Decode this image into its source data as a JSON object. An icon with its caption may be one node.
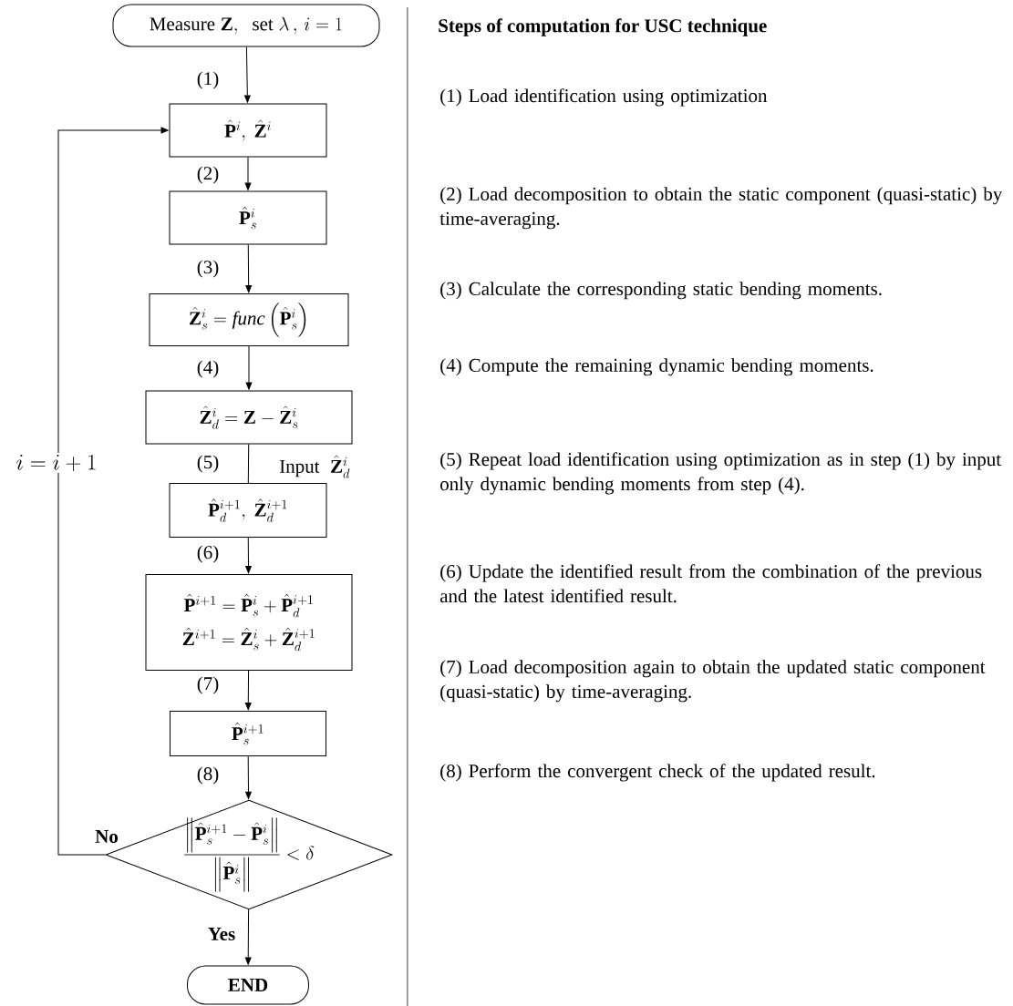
{
  "diagram": {
    "title": "Steps of computation for USC technique",
    "nodes": [
      {
        "text": [
          "\\mathrm{Measure}\\;\\mathbf{Z},\\;\\;\\mathrm{set}\\;\\lambda\\,,\\, i=1"
        ]
      },
      {
        "text": [
          "\\hat{\\mathbf{P}}^{i},\\ \\hat{\\mathbf{Z}}^{i}"
        ]
      },
      {
        "text": [
          "\\hat{\\mathbf{P}}_{s}^{i}"
        ]
      },
      {
        "text": [
          "\\hat{\\mathbf{Z}}_{s}^{i} = \\mathit{func}\\left(\\hat{\\mathbf{P}}_{s}^{i}\\right)"
        ]
      },
      {
        "text": [
          "\\hat{\\mathbf{Z}}_{d}^{i} = \\mathbf{Z} - \\hat{\\mathbf{Z}}_{s}^{i}"
        ]
      },
      {
        "text": [
          "\\hat{\\mathbf{P}}_{d}^{i+1},\\ \\hat{\\mathbf{Z}}_{d}^{i+1}"
        ]
      },
      {
        "text": [
          "\\hat{\\mathbf{P}}^{i+1} = \\hat{\\mathbf{P}}_{s}^{i} + \\hat{\\mathbf{P}}_{d}^{i+1}",
          "\\hat{\\mathbf{Z}}^{i+1} = \\hat{\\mathbf{Z}}_{s}^{i} + \\hat{\\mathbf{Z}}_{d}^{i+1}"
        ]
      },
      {
        "text": [
          "\\hat{\\mathbf{P}}_{s}^{i+1}"
        ]
      },
      {
        "text": [
          "\\frac{\\left\\|\\hat{\\mathbf{P}}_{s}^{i+1}-\\hat{\\mathbf{P}}_{s}^{i}\\right\\|}{\\left\\|\\hat{\\mathbf{P}}_{s}^{i}\\right\\|}<\\delta"
        ]
      },
      {
        "text": [
          "END"
        ]
      }
    ],
    "edges": [
      {
        "from": 0,
        "to": 1,
        "arrow": "to",
        "label": "(1)"
      },
      {
        "from": 1,
        "to": 2,
        "arrow": "to",
        "label": "(2)"
      },
      {
        "from": 2,
        "to": 3,
        "arrow": "to",
        "label": "(3)"
      },
      {
        "from": 3,
        "to": 4,
        "arrow": "to",
        "label": "(4)"
      },
      {
        "from": 4,
        "to": 5,
        "arrow": "none",
        "label": "(5)"
      },
      {
        "from": 5,
        "to": 6,
        "arrow": "to",
        "label": "(6)"
      },
      {
        "from": 6,
        "to": 7,
        "arrow": "to",
        "label": "(7)"
      },
      {
        "from": 7,
        "to": 8,
        "arrow": "to",
        "label": "(8)"
      },
      {
        "from": 8,
        "to": 9,
        "arrow": "to",
        "label": "Yes"
      },
      {
        "from": 8,
        "to": 1,
        "arrow": "to",
        "label": "No"
      }
    ],
    "labels": [
      "i=i+1",
      "\\mathrm{Input}\\;\\;\\hat{\\mathbf{Z}}_{d}^{i}",
      "(1) Load identification using optimization",
      "(2) Load decomposition to obtain the static component (quasi-static) by time-averaging.",
      "(3) Calculate the corresponding static bending moments.",
      "(4) Compute the remaining dynamic bending moments.",
      "(5) Repeat load identification using optimization as in step (1) by input only dynamic bending moments from step (4).",
      "(6) Update the identified result from the combination of the previous and the latest identified result.",
      "(7) Load decomposition again to obtain the updated static component (quasi-static) by time-averaging.",
      "(8) Perform the convergent check of the updated result."
    ]
  }
}
